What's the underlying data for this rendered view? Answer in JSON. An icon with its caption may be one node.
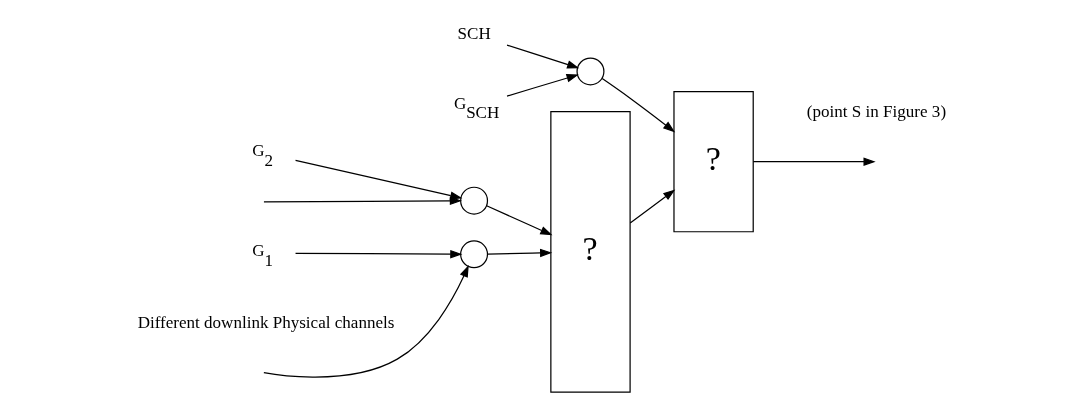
{
  "diagram": {
    "nodes": [
      {
        "text": [],
        "shape": "circle"
      },
      {
        "text": [],
        "shape": "circle"
      },
      {
        "text": [
          "?"
        ]
      },
      {
        "text": [
          "?"
        ]
      },
      {
        "text": [],
        "shape": "circle"
      },
      {
        "text": [
          "G$_{1}$"
        ]
      },
      {
        "text": [
          "G$_{2}$"
        ]
      },
      {
        "text": [
          "SCH"
        ]
      },
      {
        "text": [
          "G$_{SCH}$"
        ]
      }
    ],
    "edges": [
      {
        "from": null,
        "to": 0,
        "arrow": "to"
      },
      {
        "from": null,
        "to": 1,
        "arrow": "to"
      },
      {
        "from": 5,
        "to": 0,
        "arrow": "to"
      },
      {
        "from": 6,
        "to": 1,
        "arrow": "to"
      },
      {
        "from": 0,
        "to": 2,
        "arrow": "to"
      },
      {
        "from": 1,
        "to": 2,
        "arrow": "to"
      },
      {
        "from": 2,
        "to": 3,
        "arrow": "to"
      },
      {
        "from": 7,
        "to": 4,
        "arrow": "to"
      },
      {
        "from": 8,
        "to": 4,
        "arrow": "to"
      },
      {
        "from": 4,
        "to": 3,
        "arrow": "to"
      },
      {
        "from": 3,
        "to": null,
        "arrow": "to"
      }
    ],
    "labels": [
      "Different downlink Physical channels",
      "(point S in Figure 3)"
    ]
  }
}
